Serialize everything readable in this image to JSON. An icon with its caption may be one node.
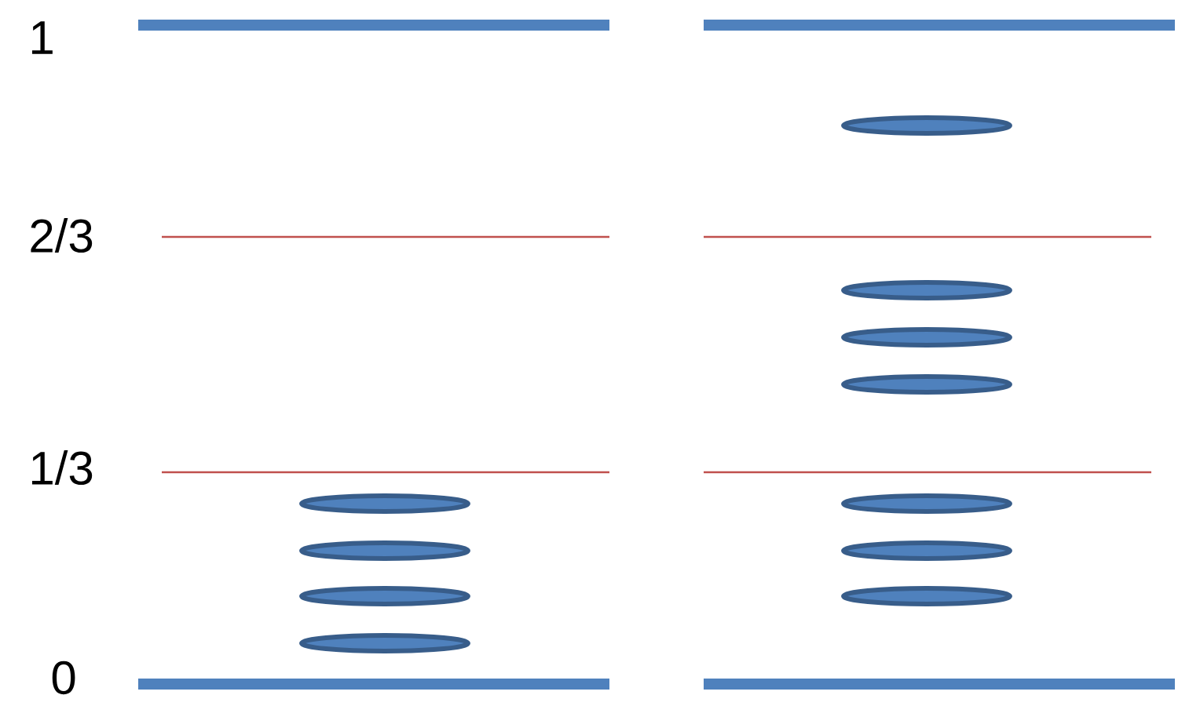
{
  "diagram": {
    "labels": [
      "1",
      "2/3",
      "1/3",
      "0"
    ]
  }
}
